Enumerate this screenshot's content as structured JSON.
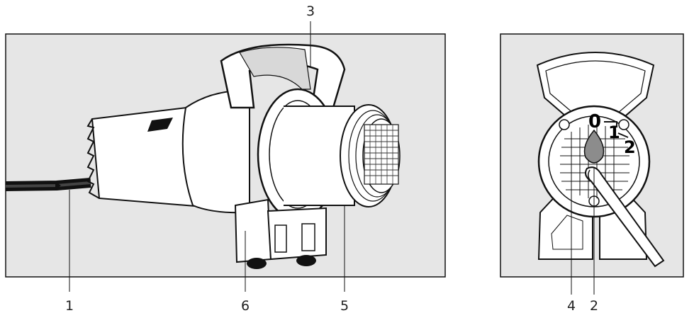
{
  "diagram": {
    "left_callouts": [
      "1",
      "6",
      "5",
      "3"
    ],
    "right_callouts": [
      "4",
      "2"
    ],
    "dial_positions": [
      "0",
      "1",
      "2"
    ]
  },
  "colors": {
    "panel_fill": "#e6e6e6",
    "line": "#111111",
    "knob": "#8c8c8c"
  }
}
